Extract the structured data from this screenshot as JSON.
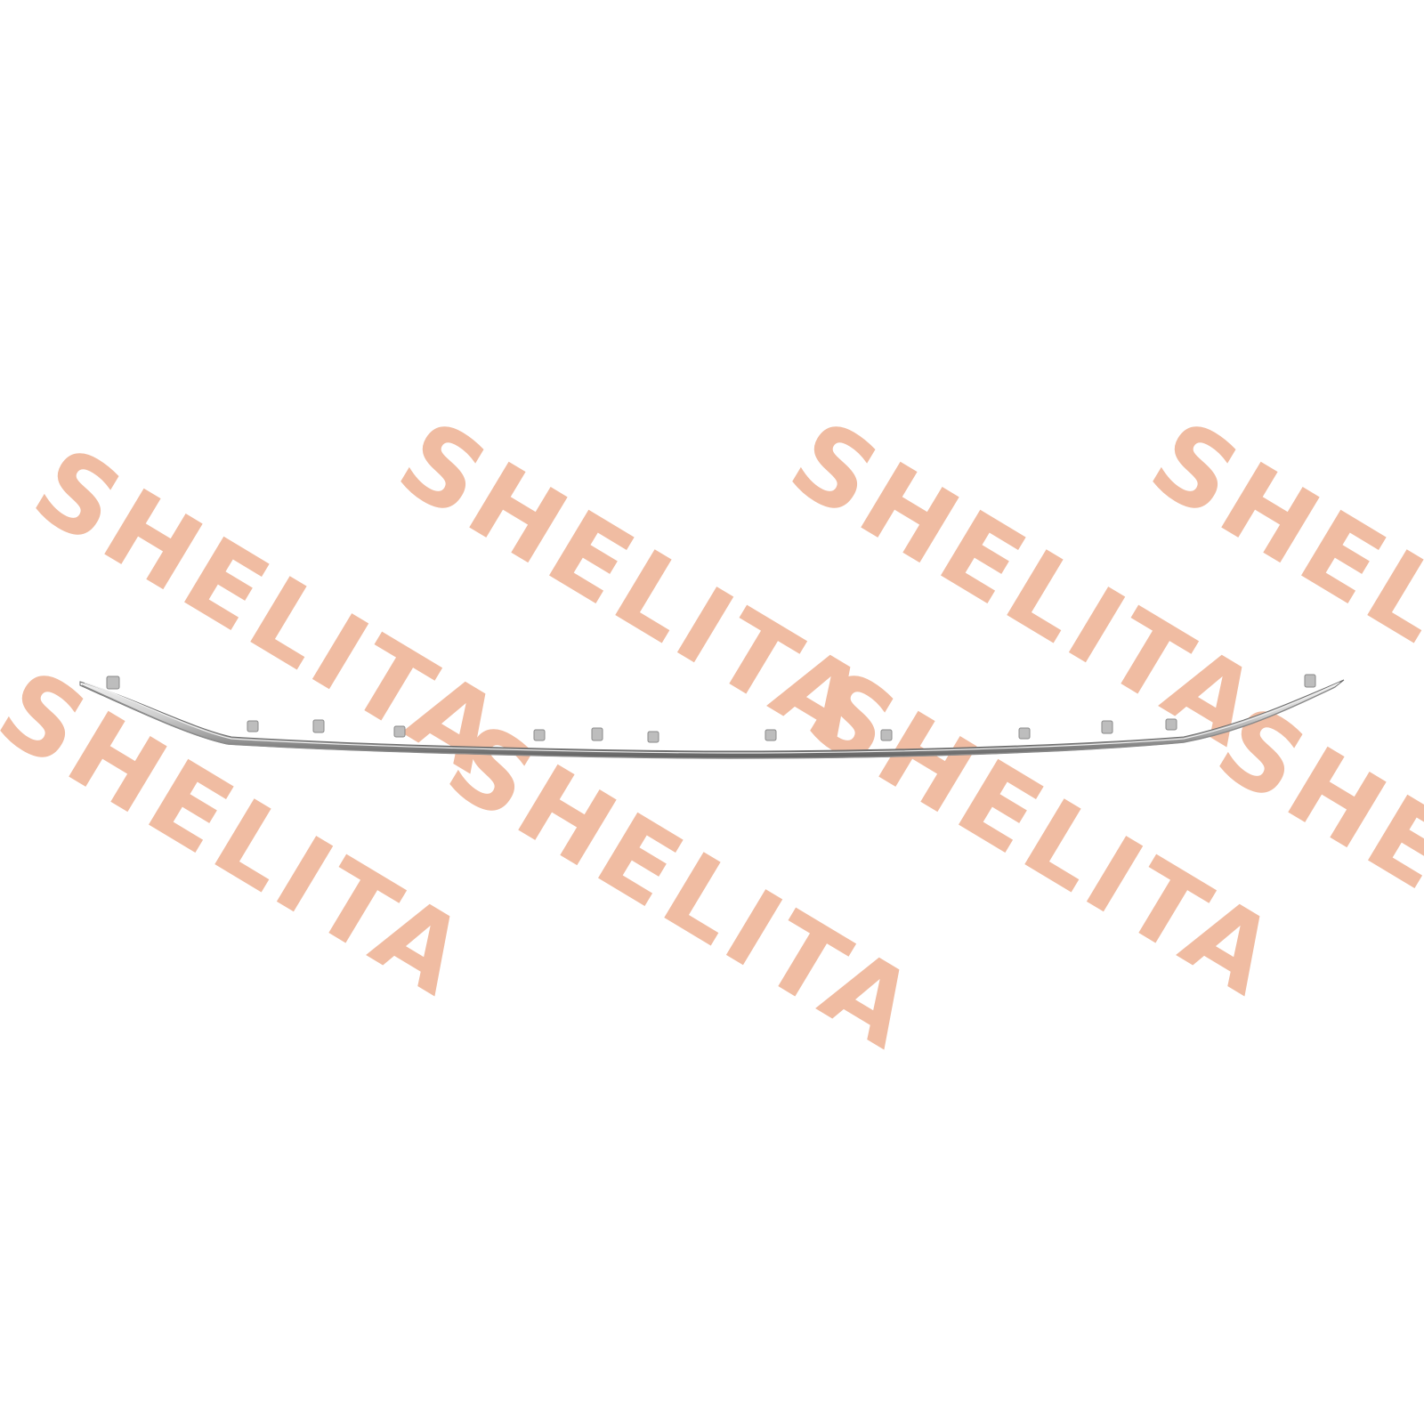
{
  "photo": {
    "subject": "chrome-trim-strip",
    "background_color": "#ffffff",
    "trim_highlight_color": "#eeeeee",
    "trim_shadow_color": "#8a8a8a",
    "clip_color": "#bdbdbd"
  },
  "watermark": {
    "text": "SHELITA",
    "color": "#f0bca2",
    "count": 8
  }
}
